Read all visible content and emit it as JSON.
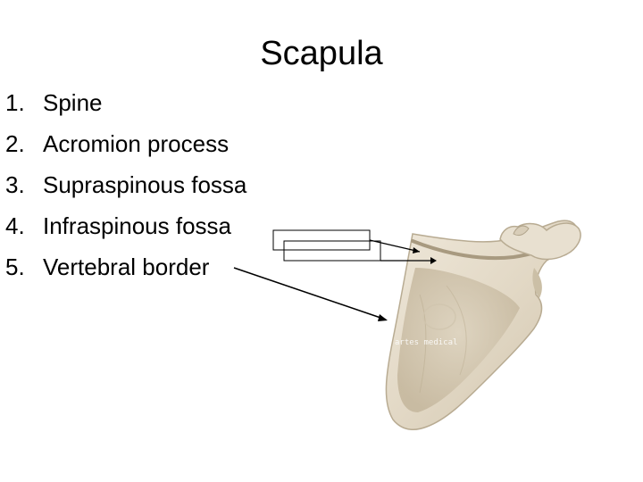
{
  "slide": {
    "title": "Scapula",
    "items": [
      {
        "number": "1.",
        "label": "Spine"
      },
      {
        "number": "2.",
        "label": "Acromion process"
      },
      {
        "number": "3.",
        "label": "Supraspinous fossa"
      },
      {
        "number": "4.",
        "label": "Infraspinous fossa"
      },
      {
        "number": "5.",
        "label": "Vertebral border"
      }
    ],
    "image": {
      "description_icon": "scapula-bone-illustration",
      "watermark": "artes medical",
      "bone_color": "#e6ddcc",
      "shadow_color": "#c8bca5"
    }
  }
}
